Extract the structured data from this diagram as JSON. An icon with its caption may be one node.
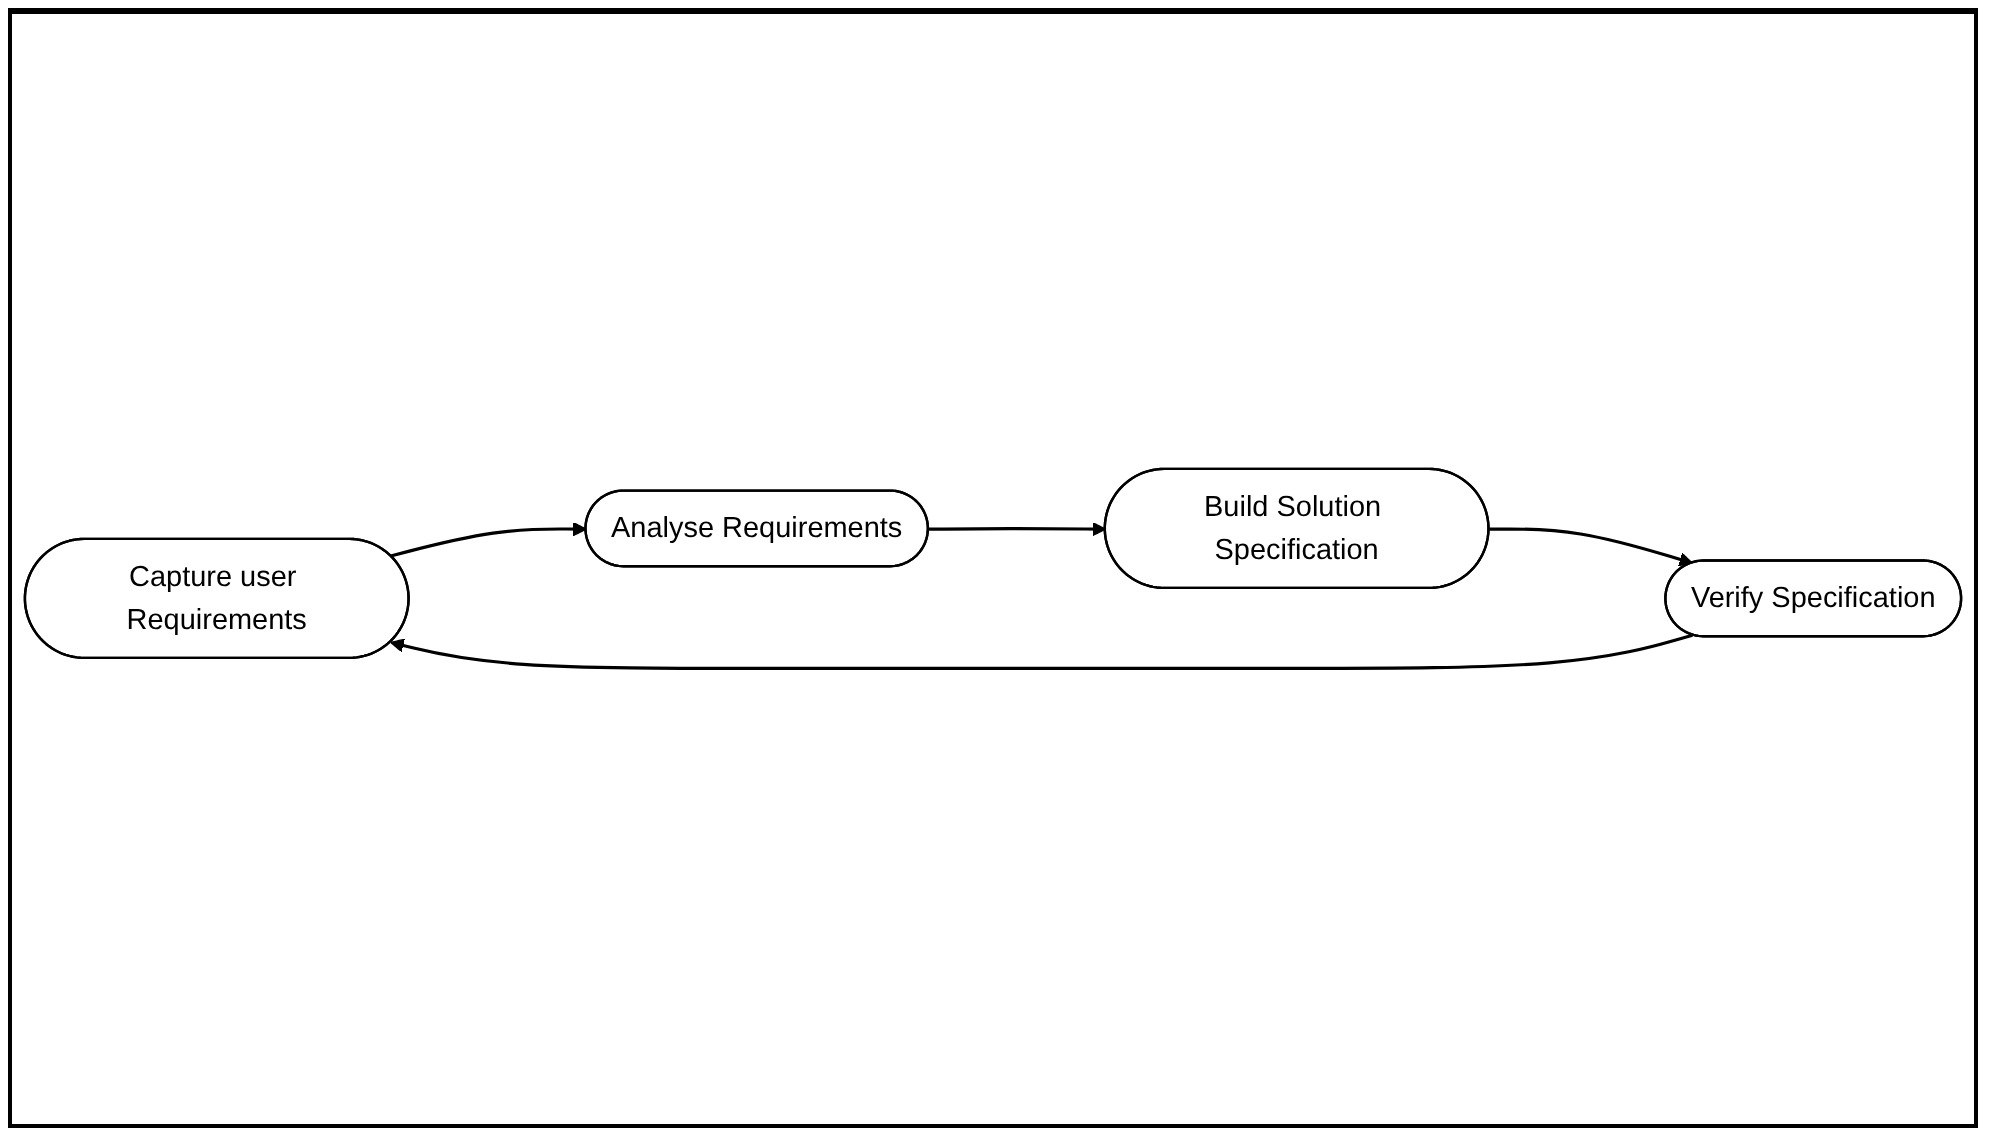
{
  "diagram": {
    "nodes": [
      {
        "text": [
          "Capture user Requirements"
        ]
      },
      {
        "text": [
          "Analyse Requirements"
        ]
      },
      {
        "text": [
          "Build Solution Specification"
        ]
      },
      {
        "text": [
          "Verify Specification"
        ]
      }
    ],
    "edges": [
      {
        "from": 0,
        "to": 1,
        "arrow": "to"
      },
      {
        "from": 1,
        "to": 2,
        "arrow": "to"
      },
      {
        "from": 2,
        "to": 3,
        "arrow": "to"
      },
      {
        "from": 3,
        "to": 0,
        "arrow": "to"
      }
    ]
  }
}
